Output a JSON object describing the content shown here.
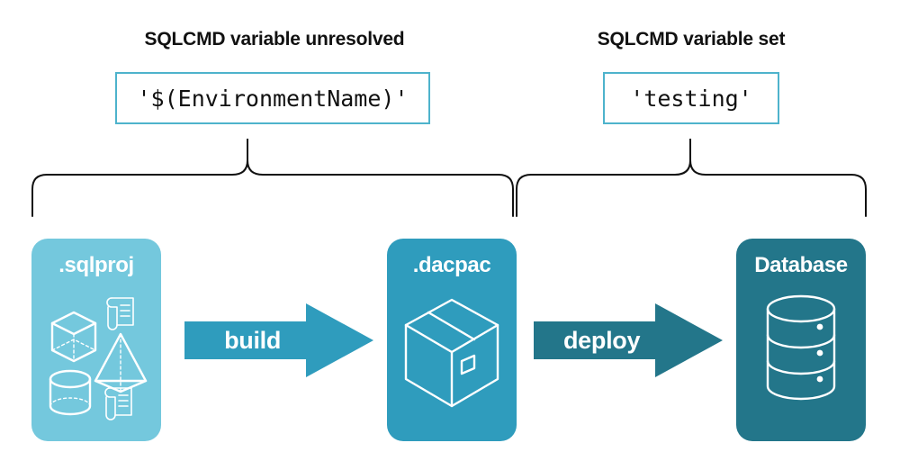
{
  "diagram": {
    "title_left": "SQLCMD variable unresolved",
    "title_right": "SQLCMD variable set",
    "code_left": "'$(EnvironmentName)'",
    "code_right": "'testing'",
    "artifacts": [
      {
        "label": ".sqlproj",
        "color": "#74c8dd",
        "icon": "project-shapes-icon"
      },
      {
        "label": ".dacpac",
        "color": "#2f9cbd",
        "icon": "package-box-icon"
      },
      {
        "label": "Database",
        "color": "#23768a",
        "icon": "database-cylinder-icon"
      }
    ],
    "arrows": [
      {
        "label": "build",
        "color": "#2f9cbd"
      },
      {
        "label": "deploy",
        "color": "#23768a"
      }
    ],
    "colors": {
      "light_blue": "#74c8dd",
      "medium_teal": "#2f9cbd",
      "dark_teal": "#23768a",
      "code_border": "#4eb3cc",
      "text": "#111111",
      "background": "#ffffff"
    }
  }
}
